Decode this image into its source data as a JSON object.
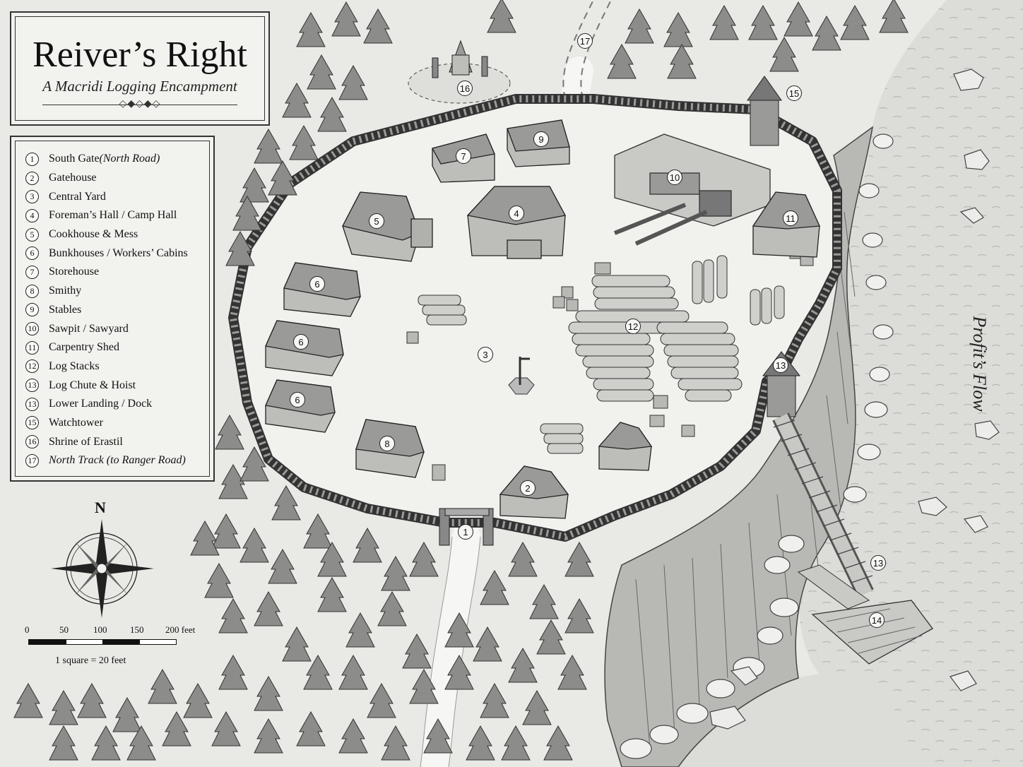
{
  "map": {
    "title": "Reiver’s Right",
    "subtitle": "A Macridi Logging Encampment",
    "river_name": "Profit’s Flow",
    "compass_label": "N",
    "scale": {
      "ticks": [
        "0",
        "50",
        "100",
        "150",
        "200 feet"
      ],
      "note": "1 square = 20 feet"
    },
    "legend": [
      {
        "num": "1",
        "label": "South Gate",
        "note": "(North Road)"
      },
      {
        "num": "2",
        "label": "Gatehouse"
      },
      {
        "num": "3",
        "label": "Central Yard"
      },
      {
        "num": "4",
        "label": "Foreman’s Hall / Camp Hall"
      },
      {
        "num": "5",
        "label": "Cookhouse & Mess"
      },
      {
        "num": "6",
        "label": "Bunkhouses / Workers’ Cabins"
      },
      {
        "num": "7",
        "label": "Storehouse"
      },
      {
        "num": "8",
        "label": "Smithy"
      },
      {
        "num": "9",
        "label": "Stables"
      },
      {
        "num": "10",
        "label": "Sawpit / Sawyard"
      },
      {
        "num": "11",
        "label": "Carpentry Shed"
      },
      {
        "num": "12",
        "label": "Log Stacks"
      },
      {
        "num": "13",
        "label": "Log Chute & Hoist"
      },
      {
        "num": "13",
        "label": "Lower Landing / Dock"
      },
      {
        "num": "15",
        "label": "Watchtower"
      },
      {
        "num": "16",
        "label": "Shrine of Erastil"
      },
      {
        "num": "17",
        "label": "",
        "note": "North Track (to Ranger Road)"
      }
    ],
    "markers": [
      "1",
      "2",
      "3",
      "4",
      "5",
      "6",
      "6",
      "6",
      "7",
      "8",
      "9",
      "10",
      "11",
      "12",
      "13",
      "13",
      "14",
      "15",
      "16",
      "17"
    ],
    "colors": {
      "paper": "#e9e9e6",
      "ink": "#222222",
      "water": "#dcdcd9",
      "tree": "#8c8c8a",
      "roof": "#9a9a98"
    }
  }
}
